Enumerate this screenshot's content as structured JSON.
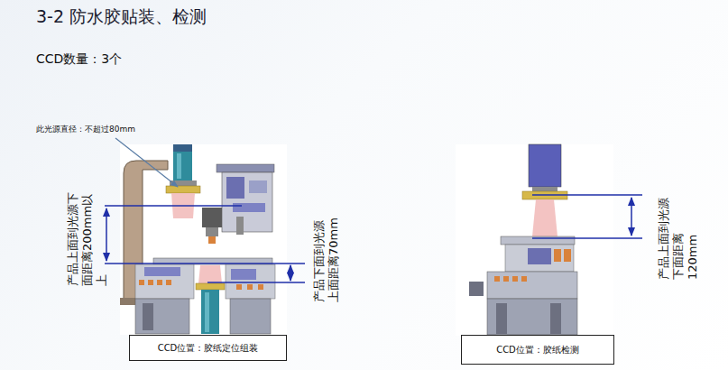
{
  "diagram": {
    "title": "3-2 防水胶贴装、检测",
    "nodes": [
      {
        "text": [
          "CCD位置：胶纸定位组装"
        ]
      },
      {
        "text": [
          "CCD位置：胶纸检测"
        ]
      }
    ],
    "labels": [
      "CCD数量：3个",
      "此光源直径：不超过80mm",
      "产品上面到光源下面距离200mm以上",
      "产品下面到光源上面距离70mm",
      "产品上面到光源下面距离120mm"
    ]
  }
}
